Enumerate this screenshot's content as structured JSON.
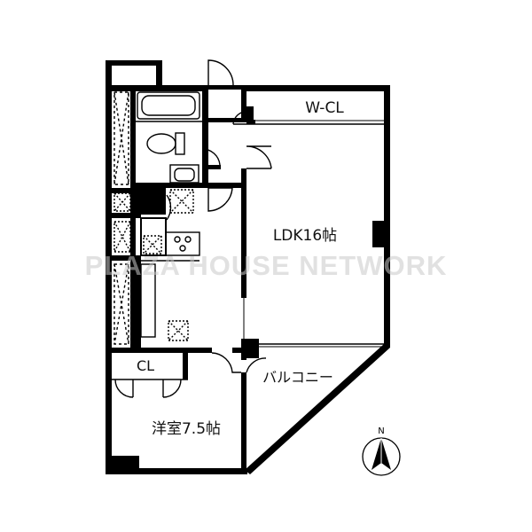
{
  "floor_plan": {
    "rooms": {
      "wcl": "W-CL",
      "ldk": "LDK16帖",
      "cl": "CL",
      "western_room": "洋室7.5帖",
      "balcony": "バルコニー"
    },
    "compass_label": "N",
    "watermark": "PLAZA HOUSE NETWORK",
    "wall_color": "#000000",
    "background_color": "#ffffff"
  }
}
